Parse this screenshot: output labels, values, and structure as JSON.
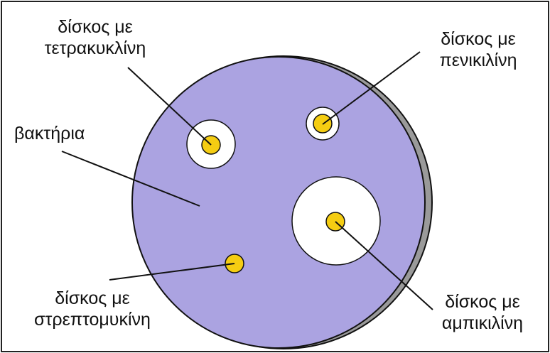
{
  "diagram": {
    "labels": {
      "tetracycline": {
        "line1": "δίσκος με",
        "line2": "τετρακυκλίνη"
      },
      "penicillin": {
        "line1": "δίσκος με",
        "line2": "πενικιλίνη"
      },
      "bacteria": {
        "line1": "βακτήρια"
      },
      "streptomycin": {
        "line1": "δίσκος με",
        "line2": "στρεπτομυκίνη"
      },
      "ampicillin": {
        "line1": "δίσκος με",
        "line2": "αμπικιλίνη"
      }
    },
    "colors": {
      "plate_fill": "#aba3e1",
      "plate_rim": "#9a9a9a",
      "inhibition_zone": "#ffffff",
      "disk": "#f5cd12",
      "outline": "#111111",
      "frame_border": "#222222"
    }
  }
}
